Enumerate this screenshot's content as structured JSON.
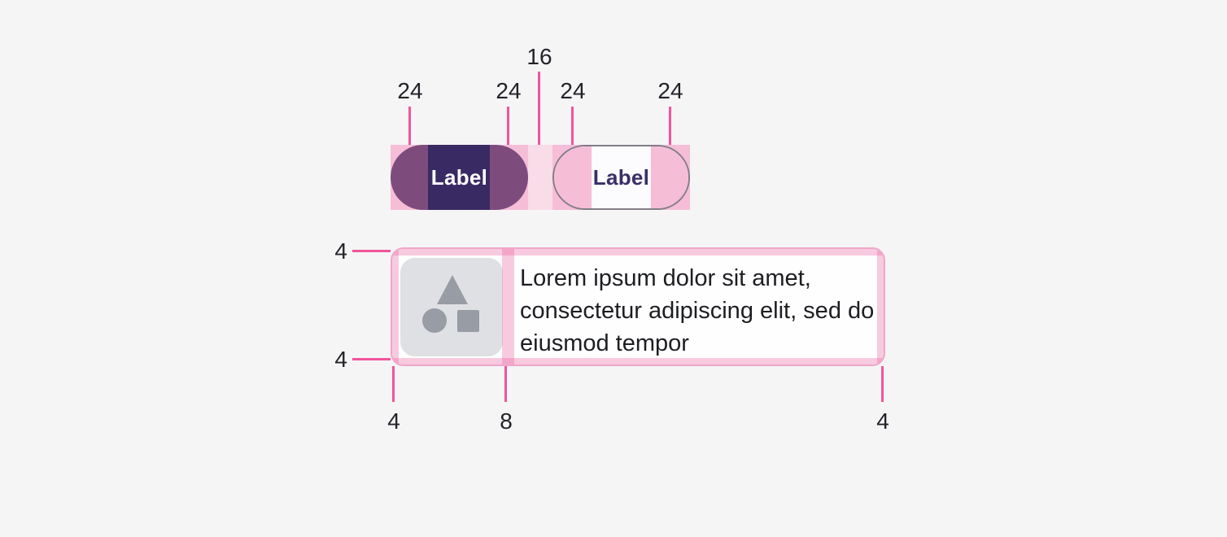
{
  "colors": {
    "background": "#F5F5F6",
    "measurement_accent": "#F2549B",
    "padding_highlight": "#F6BDD7",
    "gap_highlight": "#F8DCE8",
    "filled_button_container": "#3A2A63",
    "filled_button_padding_overlay": "#7D4C7D",
    "filled_button_label_color": "#FFFFFF",
    "outlined_button_outline": "#837D88",
    "outlined_button_label_color": "#3A2F66",
    "card_outline": "#F0A6C8",
    "card_padding_overlay": "rgba(236,83,151,0.30)",
    "image_placeholder_bg": "#DFE0E3",
    "image_placeholder_glyph": "#979CA5"
  },
  "button_spacing_spec": {
    "measurements": [
      {
        "value": "24"
      },
      {
        "value": "24"
      },
      {
        "value": "16"
      },
      {
        "value": "24"
      },
      {
        "value": "24"
      }
    ],
    "filled_button": {
      "label": "Label"
    },
    "outlined_button": {
      "label": "Label"
    }
  },
  "card_padding_spec": {
    "supporting_text_lines": [
      "Lorem ipsum dolor sit amet,",
      "consectetur adipiscing elit, sed do",
      "eiusmod tempor"
    ],
    "left_measurements": [
      {
        "value": "4"
      },
      {
        "value": "4"
      }
    ],
    "bottom_measurements": [
      {
        "value": "4"
      },
      {
        "value": "8"
      },
      {
        "value": "4"
      }
    ]
  }
}
